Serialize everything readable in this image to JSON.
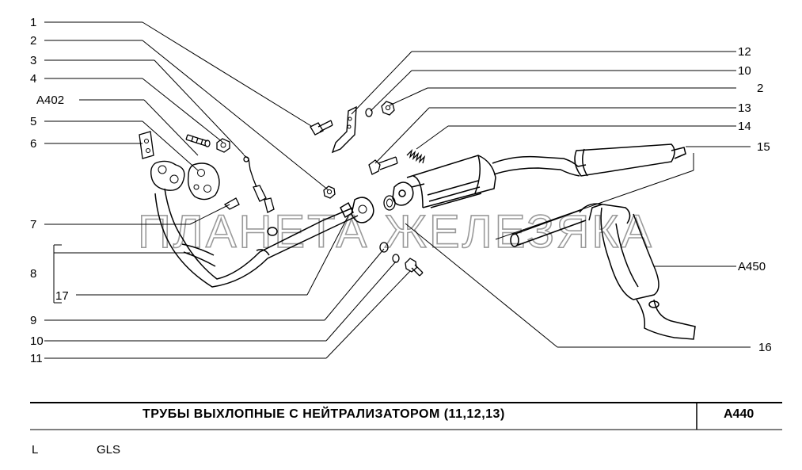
{
  "diagram": {
    "watermark": "ПЛАНЕТА ЖЕЛЕЗЯКА",
    "callouts_left": [
      "1",
      "2",
      "3",
      "4",
      "A402",
      "5",
      "6",
      "7",
      "8",
      "17",
      "9",
      "10",
      "11"
    ],
    "callouts_right": [
      "12",
      "10",
      "2",
      "13",
      "14",
      "15",
      "A450",
      "16"
    ]
  },
  "title_block": {
    "title": "ТРУБЫ  ВЫХЛОПНЫЕ  С  НЕЙТРАЛИЗАТОРОМ (11,12,13)",
    "code": "A440"
  },
  "footer": {
    "model_a": "L",
    "model_b": "GLS"
  },
  "colors": {
    "line": "#000000",
    "watermark": "#9a9a9a"
  }
}
